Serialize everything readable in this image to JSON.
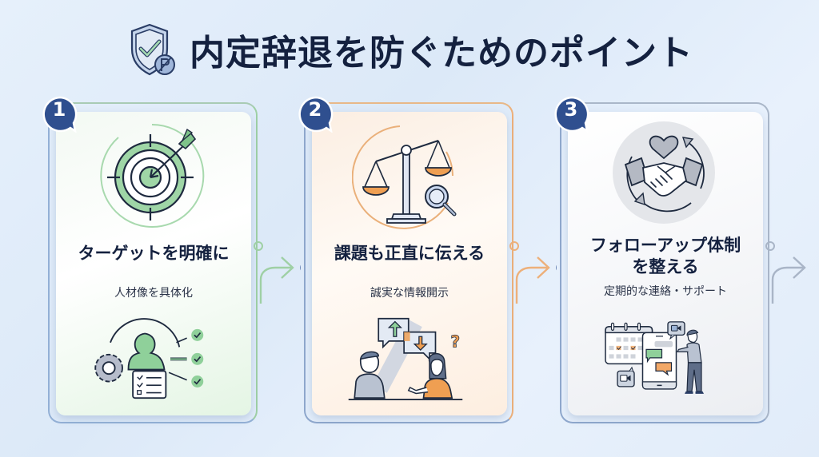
{
  "header": {
    "title": "内定辞退を防ぐためのポイント",
    "icon": "shield-check-icon"
  },
  "colors": {
    "navy": "#2f4f8f",
    "green": "#7fc48a",
    "orange": "#ef9f52",
    "gray": "#aab2bf",
    "title_text": "#14213f"
  },
  "steps": [
    {
      "number": "1",
      "title": "ターゲットを明確に",
      "subtitle": "人材像を具体化",
      "main_icon": "target-arrow-icon",
      "illustration": "persona-checklist-icon",
      "accent": "#7fc48a"
    },
    {
      "number": "2",
      "title": "課題も正直に伝える",
      "subtitle": "誠実な情報開示",
      "main_icon": "scale-magnifier-icon",
      "illustration": "conversation-icon",
      "accent": "#ef9f52"
    },
    {
      "number": "3",
      "title_line1": "フォローアップ体制",
      "title_line2": "を整える",
      "subtitle": "定期的な連絡・サポート",
      "main_icon": "handshake-cycle-icon",
      "illustration": "calendar-phone-support-icon",
      "accent": "#aab2bf"
    }
  ]
}
